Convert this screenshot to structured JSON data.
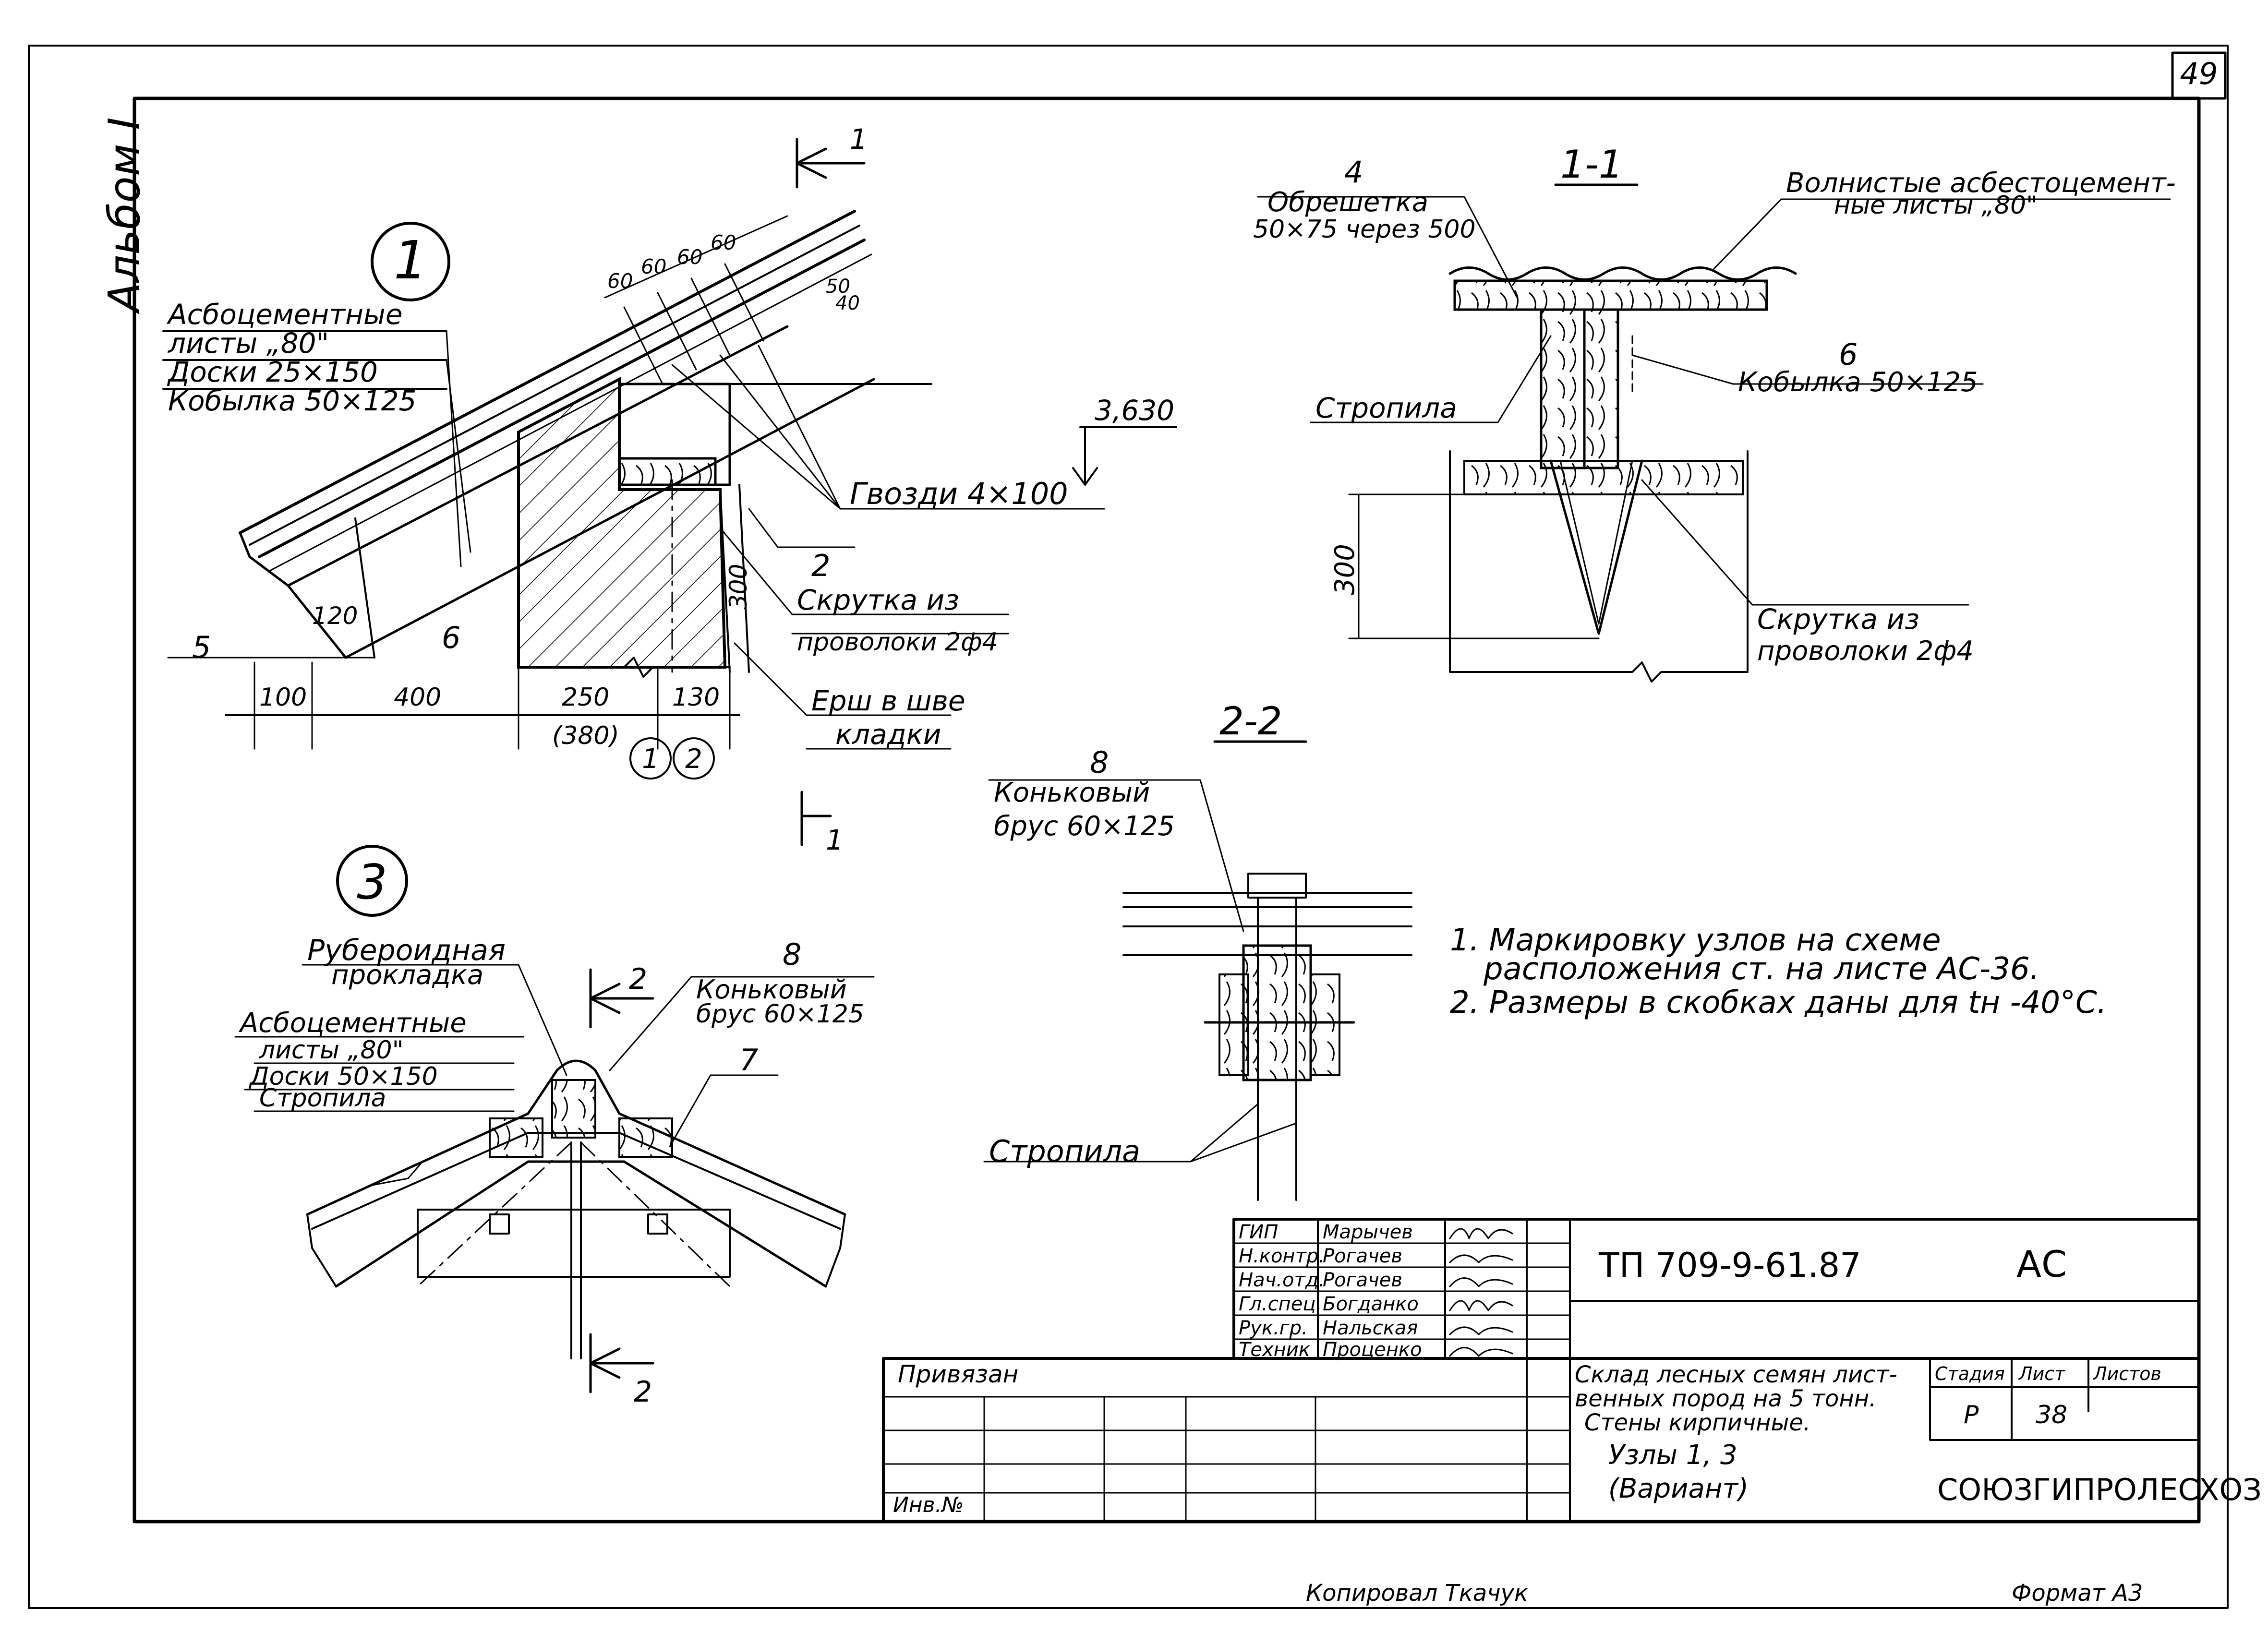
{
  "sheet": {
    "page_number": "49",
    "album": "Альбом I",
    "bottom_copied": "Копировал Ткачук",
    "bottom_format": "Формат А3"
  },
  "node1": {
    "number": "1",
    "labels": {
      "asbestos": "Асбоцементные",
      "sheets": "листы „80\"",
      "boards": "Доски 25×150",
      "kobylka": "Кобылка 50×125",
      "nails": "Гвозди 4×100",
      "twist1": "Скрутка из",
      "twist2": "проволоки 2ф4",
      "ruff1": "Ерш в шве",
      "ruff2": "кладки",
      "level": "3,630"
    },
    "dims": {
      "d60a": "60",
      "d60b": "60",
      "d60c": "60",
      "d60d": "60",
      "d50": "50",
      "d40": "40",
      "d120": "120",
      "d300": "300",
      "d100": "100",
      "d400": "400",
      "d250": "250",
      "d130": "130",
      "d380": "(380)"
    },
    "tags": {
      "t5": "5",
      "t6": "6",
      "t2": "2"
    },
    "axes": {
      "a1": "1",
      "a2": "2"
    }
  },
  "section11": {
    "title": "1-1",
    "cut_mark_top": "1",
    "cut_mark_bottom": "1",
    "labels": {
      "n4": "4",
      "lathing1": "Обрешетка",
      "lathing2": "50×75 через 500",
      "wavy1": "Волнистые асбестоцемент-",
      "wavy2": "ные листы „80\"",
      "n6": "6",
      "kobylka": "Кобылка 50×125",
      "rafters": "Стропила",
      "d300": "300",
      "twist1": "Скрутка из",
      "twist2": "проволоки 2ф4"
    }
  },
  "section22": {
    "title": "2-2",
    "labels": {
      "n8": "8",
      "ridge1": "Коньковый",
      "ridge2": "брус 60×125",
      "rafters": "Стропила"
    }
  },
  "node3": {
    "number": "3",
    "cut_mark_top": "2",
    "cut_mark_bottom": "2",
    "labels": {
      "ruberoid1": "Рубероидная",
      "ruberoid2": "прокладка",
      "asbestos": "Асбоцементные",
      "sheets": "листы „80\"",
      "boards": "Доски 50×150",
      "rafters": "Стропила",
      "n8": "8",
      "ridge1": "Коньковый",
      "ridge2": "брус 60×125",
      "n7": "7"
    }
  },
  "notes": {
    "note1a": "1. Маркировку узлов на схеме",
    "note1b": "расположения ст. на листе АС-36.",
    "note2": "2. Размеры в скобках даны для tн -40°С."
  },
  "title_block": {
    "roles": [
      "ГИП",
      "Н.контр.",
      "Нач.отд.",
      "Гл.спец.",
      "Рук.гр.",
      "Техник"
    ],
    "names": [
      "Марычев",
      "Рогачев",
      "Рогачев",
      "Богданко",
      "Нальская",
      "Проценко"
    ],
    "doc_code": "ТП 709-9-61.87",
    "doc_mark": "АС",
    "title1": "Склад лесных семян лист-",
    "title2": "венных пород на 5 тонн.",
    "title3": "Стены кирпичные.",
    "sheet_title1": "Узлы 1, 3",
    "sheet_title2": "(Вариант)",
    "col_stage": "Стадия",
    "col_sheet": "Лист",
    "col_sheets": "Листов",
    "stage": "Р",
    "sheet_no": "38",
    "org": "СОЮЗГИПРОЛЕСХОЗ",
    "bound": "Привязан",
    "inv": "Инв.№"
  }
}
